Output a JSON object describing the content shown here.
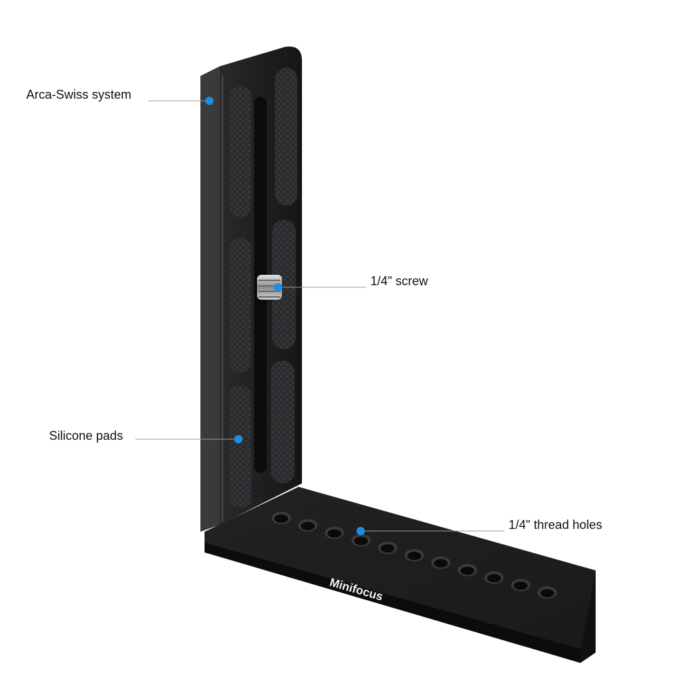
{
  "colors": {
    "background": "#ffffff",
    "bracket": "#1b1b1d",
    "bracket_edge": "#3a3a3d",
    "bracket_highlight": "#4a4a4e",
    "callout_dot": "#1e8fe0",
    "callout_line": "#9a9a9a",
    "brand_text": "#f2f2f2"
  },
  "product": {
    "brand": "Minifocus"
  },
  "callouts": [
    {
      "label": "Arca-Swiss system"
    },
    {
      "label": "1/4\" screw"
    },
    {
      "label": "Silicone pads"
    },
    {
      "label": "1/4\" thread holes"
    }
  ]
}
